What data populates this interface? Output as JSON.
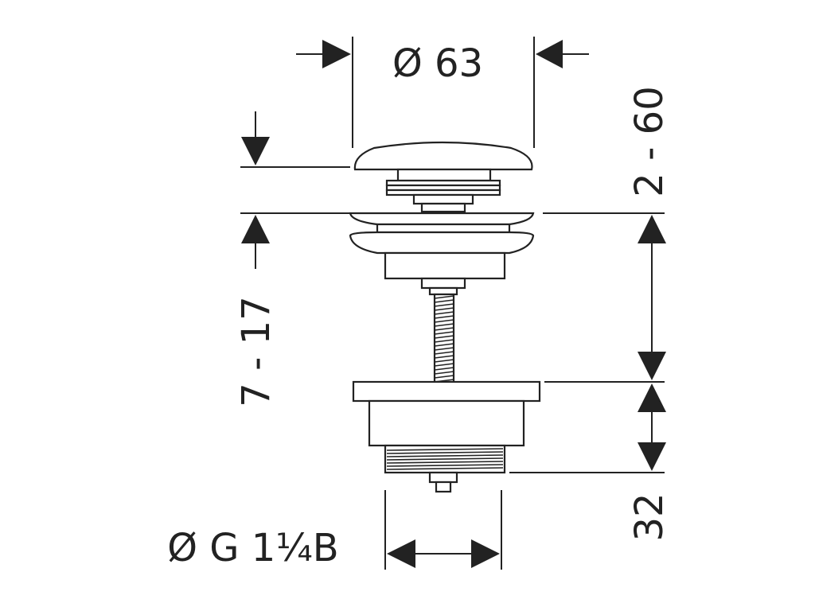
{
  "dimensions": {
    "cap_diameter": "Ø 63",
    "cap_height": "2 - 60",
    "mount_range": "7 - 17",
    "body_height": "32",
    "thread": "Ø G 1¼B"
  },
  "colors": {
    "line": "#222222",
    "background": "#ffffff"
  }
}
